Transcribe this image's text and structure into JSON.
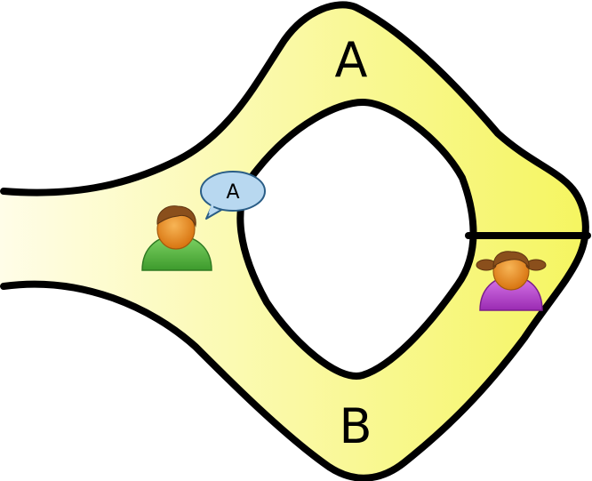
{
  "labels": {
    "path_top": "A",
    "path_bottom": "B",
    "speech_bubble": "A"
  },
  "colors": {
    "cave_fill_light": "#fffde8",
    "cave_fill_dark": "#f5f560",
    "outline": "#000000",
    "bubble_fill": "#b8d8f0",
    "bubble_stroke": "#2a5d86",
    "peggy_shirt": "#4fb43c",
    "victor_shirt": "#b03cc8",
    "skin": "#e58a1e",
    "hair": "#8a4f1c"
  },
  "people": [
    {
      "name": "person-left",
      "icon": "person-icon"
    },
    {
      "name": "person-right",
      "icon": "person-with-pigtails-icon"
    }
  ]
}
